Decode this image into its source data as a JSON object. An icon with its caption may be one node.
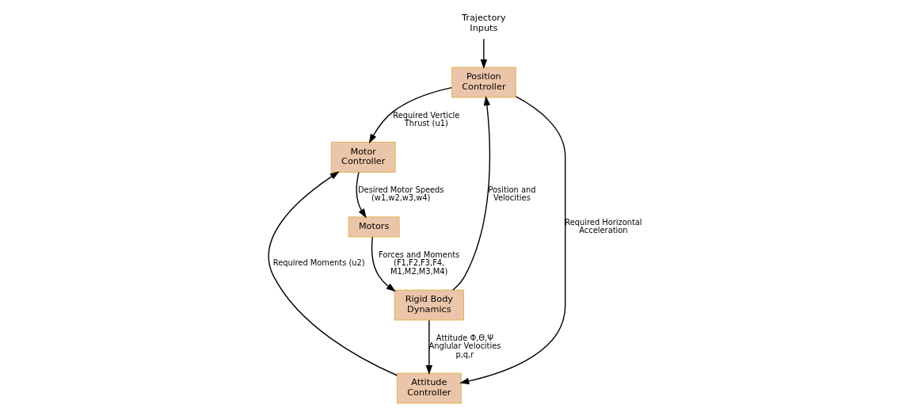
{
  "diagram": {
    "nodes": [
      {
        "text": [
          "Trajectory Inputs"
        ]
      },
      {
        "text": [
          "Position Controller"
        ]
      },
      {
        "text": [
          "Motor Controller"
        ]
      },
      {
        "text": [
          "Motors"
        ]
      },
      {
        "text": [
          "Attitude Controller"
        ]
      },
      {
        "text": [
          "Rigid Body Dynamics"
        ]
      }
    ],
    "edges": [
      {
        "from": 0,
        "to": 1,
        "arrow": "to"
      },
      {
        "from": 1,
        "to": 2,
        "arrow": "to",
        "label": "Required Verticle Thrust (u1)"
      },
      {
        "from": 2,
        "to": 3,
        "arrow": "to",
        "label": "Desired Motor Speeds (w1,w2,w3,w4)"
      },
      {
        "from": 1,
        "to": 4,
        "arrow": "to",
        "label": "Required Horizontal Acceleration"
      },
      {
        "from": 4,
        "to": 2,
        "arrow": "to",
        "label": "Required Moments (u2)"
      },
      {
        "from": 3,
        "to": 5,
        "arrow": "to",
        "label": "Forces and Moments (F1,F2,F3,F4, M1,M2,M3,M4)"
      },
      {
        "from": 5,
        "to": 4,
        "arrow": "to",
        "label": "Attitude Φ,Θ,Ψ Anglular Velocities p,q,r"
      },
      {
        "from": 5,
        "to": 1,
        "arrow": "to",
        "label": "Position and Velocities"
      }
    ]
  }
}
